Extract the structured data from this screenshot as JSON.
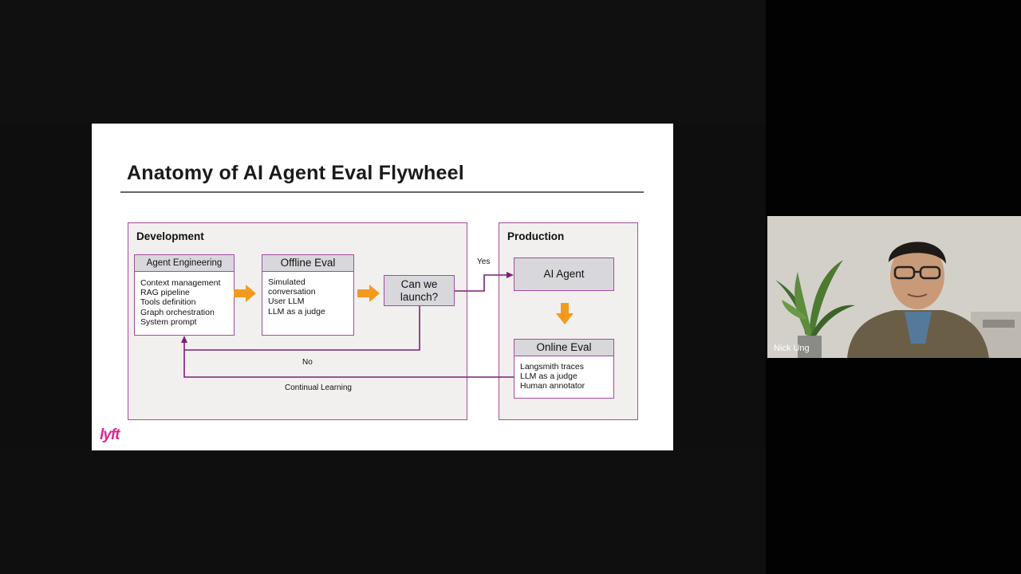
{
  "slide": {
    "title": "Anatomy of AI Agent Eval Flywheel",
    "development": {
      "title": "Development",
      "agent_engineering": {
        "title": "Agent Engineering",
        "items": [
          "Context management",
          "RAG pipeline",
          "Tools definition",
          "Graph orchestration",
          "System prompt"
        ]
      },
      "offline_eval": {
        "title": "Offline Eval",
        "items": [
          "Simulated",
          "conversation",
          "User LLM",
          "LLM as a judge"
        ]
      },
      "launch_question": {
        "line1": "Can we",
        "line2": "launch?"
      },
      "no_label": "No",
      "continual_learning_label": "Continual Learning"
    },
    "production": {
      "title": "Production",
      "ai_agent": "AI Agent",
      "online_eval": {
        "title": "Online Eval",
        "items": [
          "Langsmith traces",
          "LLM as a judge",
          "Human annotator"
        ]
      }
    },
    "yes_label": "Yes",
    "logo_text": "lyft",
    "colors": {
      "panel_border": "#a84aa0",
      "arrow_orange": "#f39a1e",
      "flow_line": "#7a1f78",
      "logo": "#e0278f"
    }
  },
  "participant": {
    "name": "Nick Ung"
  }
}
